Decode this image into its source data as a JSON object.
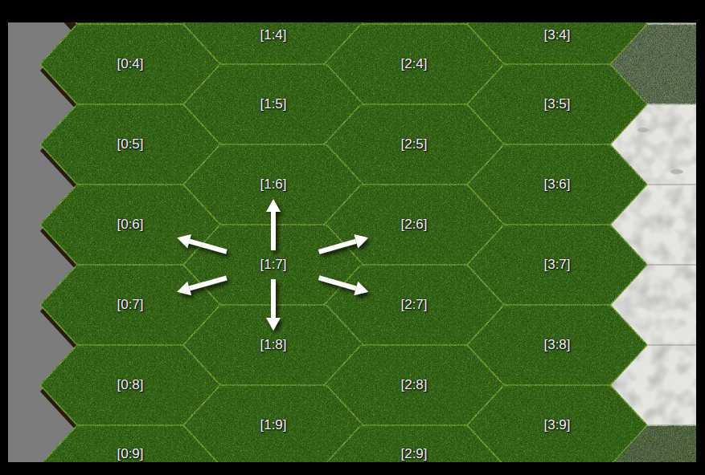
{
  "diagram": {
    "nodes": [
      {
        "text": [
          "[1:4]"
        ]
      },
      {
        "text": [
          "[3:4]"
        ]
      },
      {
        "text": [
          "[0:4]"
        ]
      },
      {
        "text": [
          "[2:4]"
        ]
      },
      {
        "text": [
          "[1:5]"
        ]
      },
      {
        "text": [
          "[3:5]"
        ]
      },
      {
        "text": [
          "[0:5]"
        ]
      },
      {
        "text": [
          "[2:5]"
        ]
      },
      {
        "text": [
          "[1:6]"
        ]
      },
      {
        "text": [
          "[3:6]"
        ]
      },
      {
        "text": [
          "[0:6]"
        ]
      },
      {
        "text": [
          "[2:6]"
        ]
      },
      {
        "text": [
          "[1:7]"
        ]
      },
      {
        "text": [
          "[3:7]"
        ]
      },
      {
        "text": [
          "[0:7]"
        ]
      },
      {
        "text": [
          "[2:7]"
        ]
      },
      {
        "text": [
          "[1:8]"
        ]
      },
      {
        "text": [
          "[3:8]"
        ]
      },
      {
        "text": [
          "[0:8]"
        ]
      },
      {
        "text": [
          "[2:8]"
        ]
      },
      {
        "text": [
          "[1:9]"
        ]
      },
      {
        "text": [
          "[3:9]"
        ]
      },
      {
        "text": [
          "[0:9]"
        ]
      },
      {
        "text": [
          "[2:9]"
        ]
      }
    ],
    "edges": [
      {
        "from": 12,
        "to": 8,
        "arrow": "to"
      },
      {
        "from": 12,
        "to": 11,
        "arrow": "to"
      },
      {
        "from": 12,
        "to": 15,
        "arrow": "to"
      },
      {
        "from": 12,
        "to": 16,
        "arrow": "to"
      },
      {
        "from": 12,
        "to": 14,
        "arrow": "to"
      },
      {
        "from": 12,
        "to": 10,
        "arrow": "to"
      }
    ]
  }
}
